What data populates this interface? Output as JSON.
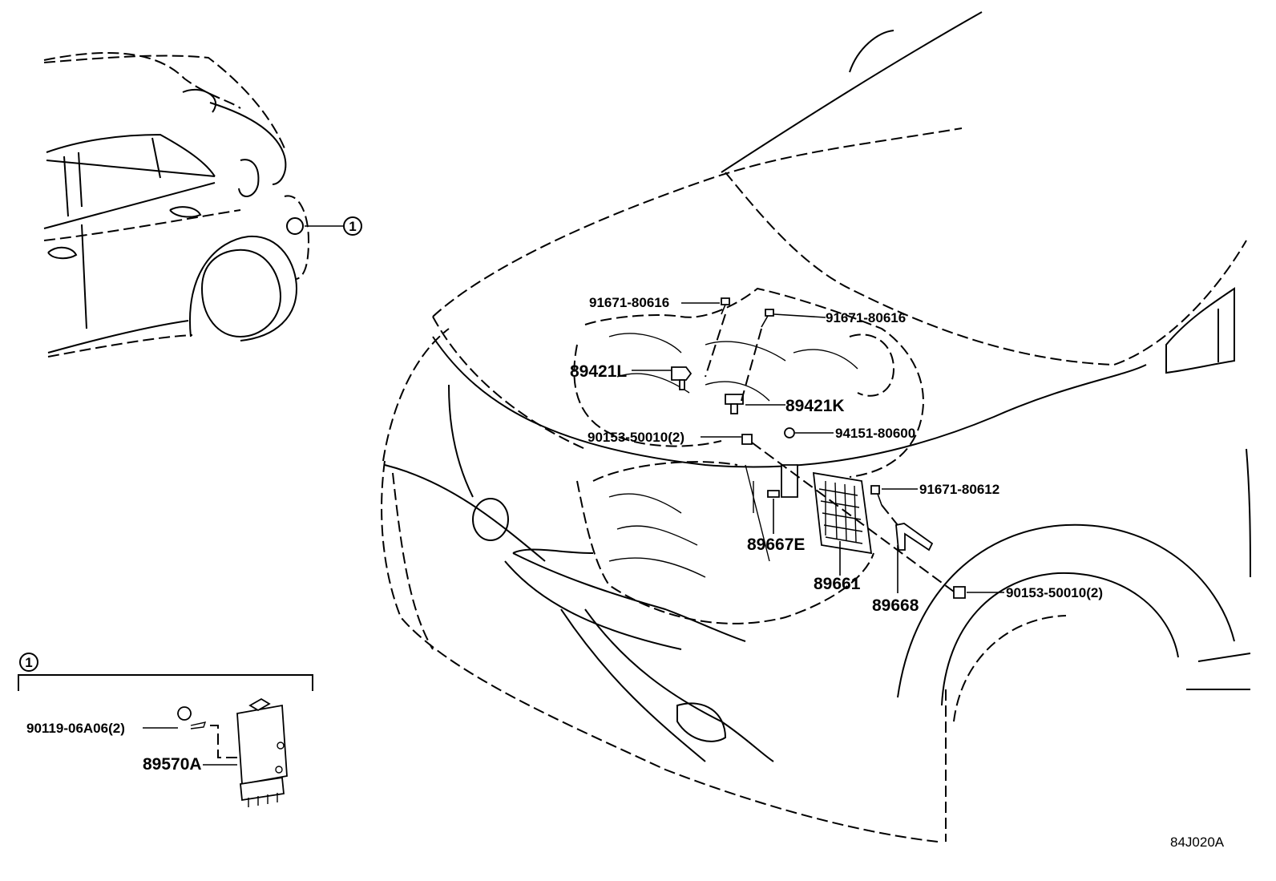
{
  "callouts": [
    "1",
    "1"
  ],
  "labels": {
    "bolt_left": "91671-80616",
    "bolt_right": "91671-80616",
    "sensor_l": "89421L",
    "sensor_k": "89421K",
    "bolt_upper": "90153-50010(2)",
    "nut": "94151-80600",
    "bolt_ecu": "91671-80612",
    "clip": "89667E",
    "ecu": "89661",
    "bracket": "89668",
    "bolt_lower": "90153-50010(2)",
    "screw": "90119-06A06(2)",
    "module": "89570A"
  },
  "diagram_code": "84J020A"
}
